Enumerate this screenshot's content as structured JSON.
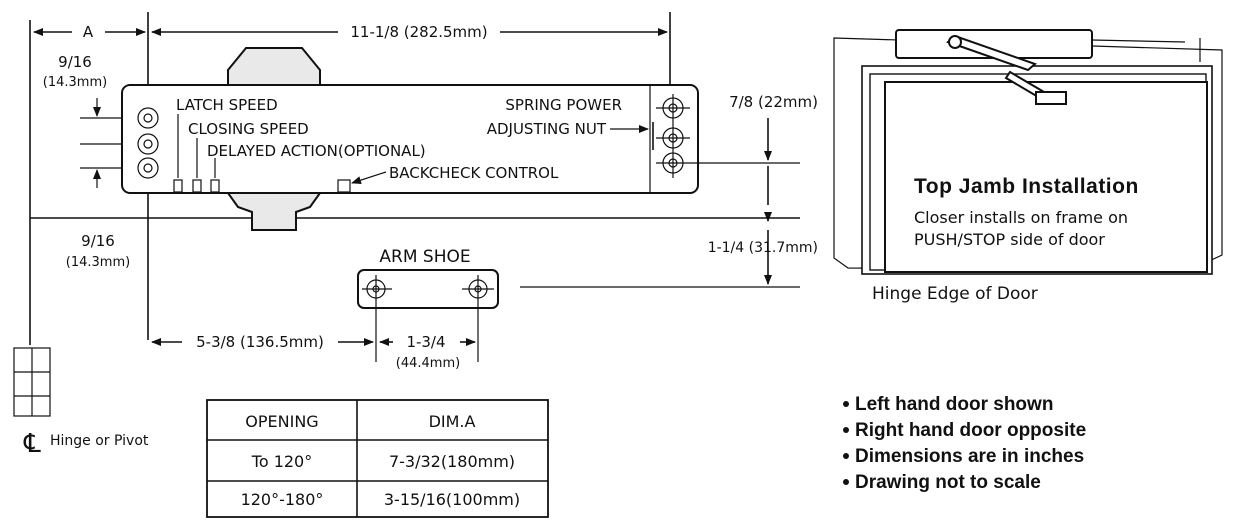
{
  "dimensions": {
    "a_label": "A",
    "overall_width": "11-1/8 (282.5mm)",
    "top_offset_frac": "9/16",
    "top_offset_mm": "(14.3mm)",
    "bottom_offset_frac": "9/16",
    "bottom_offset_mm": "(14.3mm)",
    "right_top": "7/8 (22mm)",
    "right_bottom": "1-1/4 (31.7mm)",
    "shoe_offset": "5-3/8 (136.5mm)",
    "shoe_spacing": "1-3/4",
    "shoe_spacing_mm": "(44.4mm)"
  },
  "labels": {
    "latch_speed": "LATCH SPEED",
    "closing_speed": "CLOSING SPEED",
    "delayed_action": "DELAYED ACTION(OPTIONAL)",
    "backcheck": "BACKCHECK CONTROL",
    "spring_power_1": "SPRING POWER",
    "spring_power_2": "ADJUSTING NUT",
    "arm_shoe": "ARM SHOE",
    "hinge_or_pivot": "Hinge or Pivot",
    "centerline_symbol": "℄"
  },
  "installation": {
    "title": "Top Jamb Installation",
    "line1": "Closer installs on frame on",
    "line2": "PUSH/STOP side of door",
    "hinge_edge": "Hinge Edge of Door"
  },
  "table": {
    "headers": [
      "OPENING",
      "DIM.A"
    ],
    "rows": [
      [
        "To 120°",
        "7-3/32(180mm)"
      ],
      [
        "120°-180°",
        "3-15/16(100mm)"
      ]
    ]
  },
  "notes": [
    "Left hand door shown",
    "Right hand door opposite",
    "Dimensions are in inches",
    "Drawing not to scale"
  ]
}
